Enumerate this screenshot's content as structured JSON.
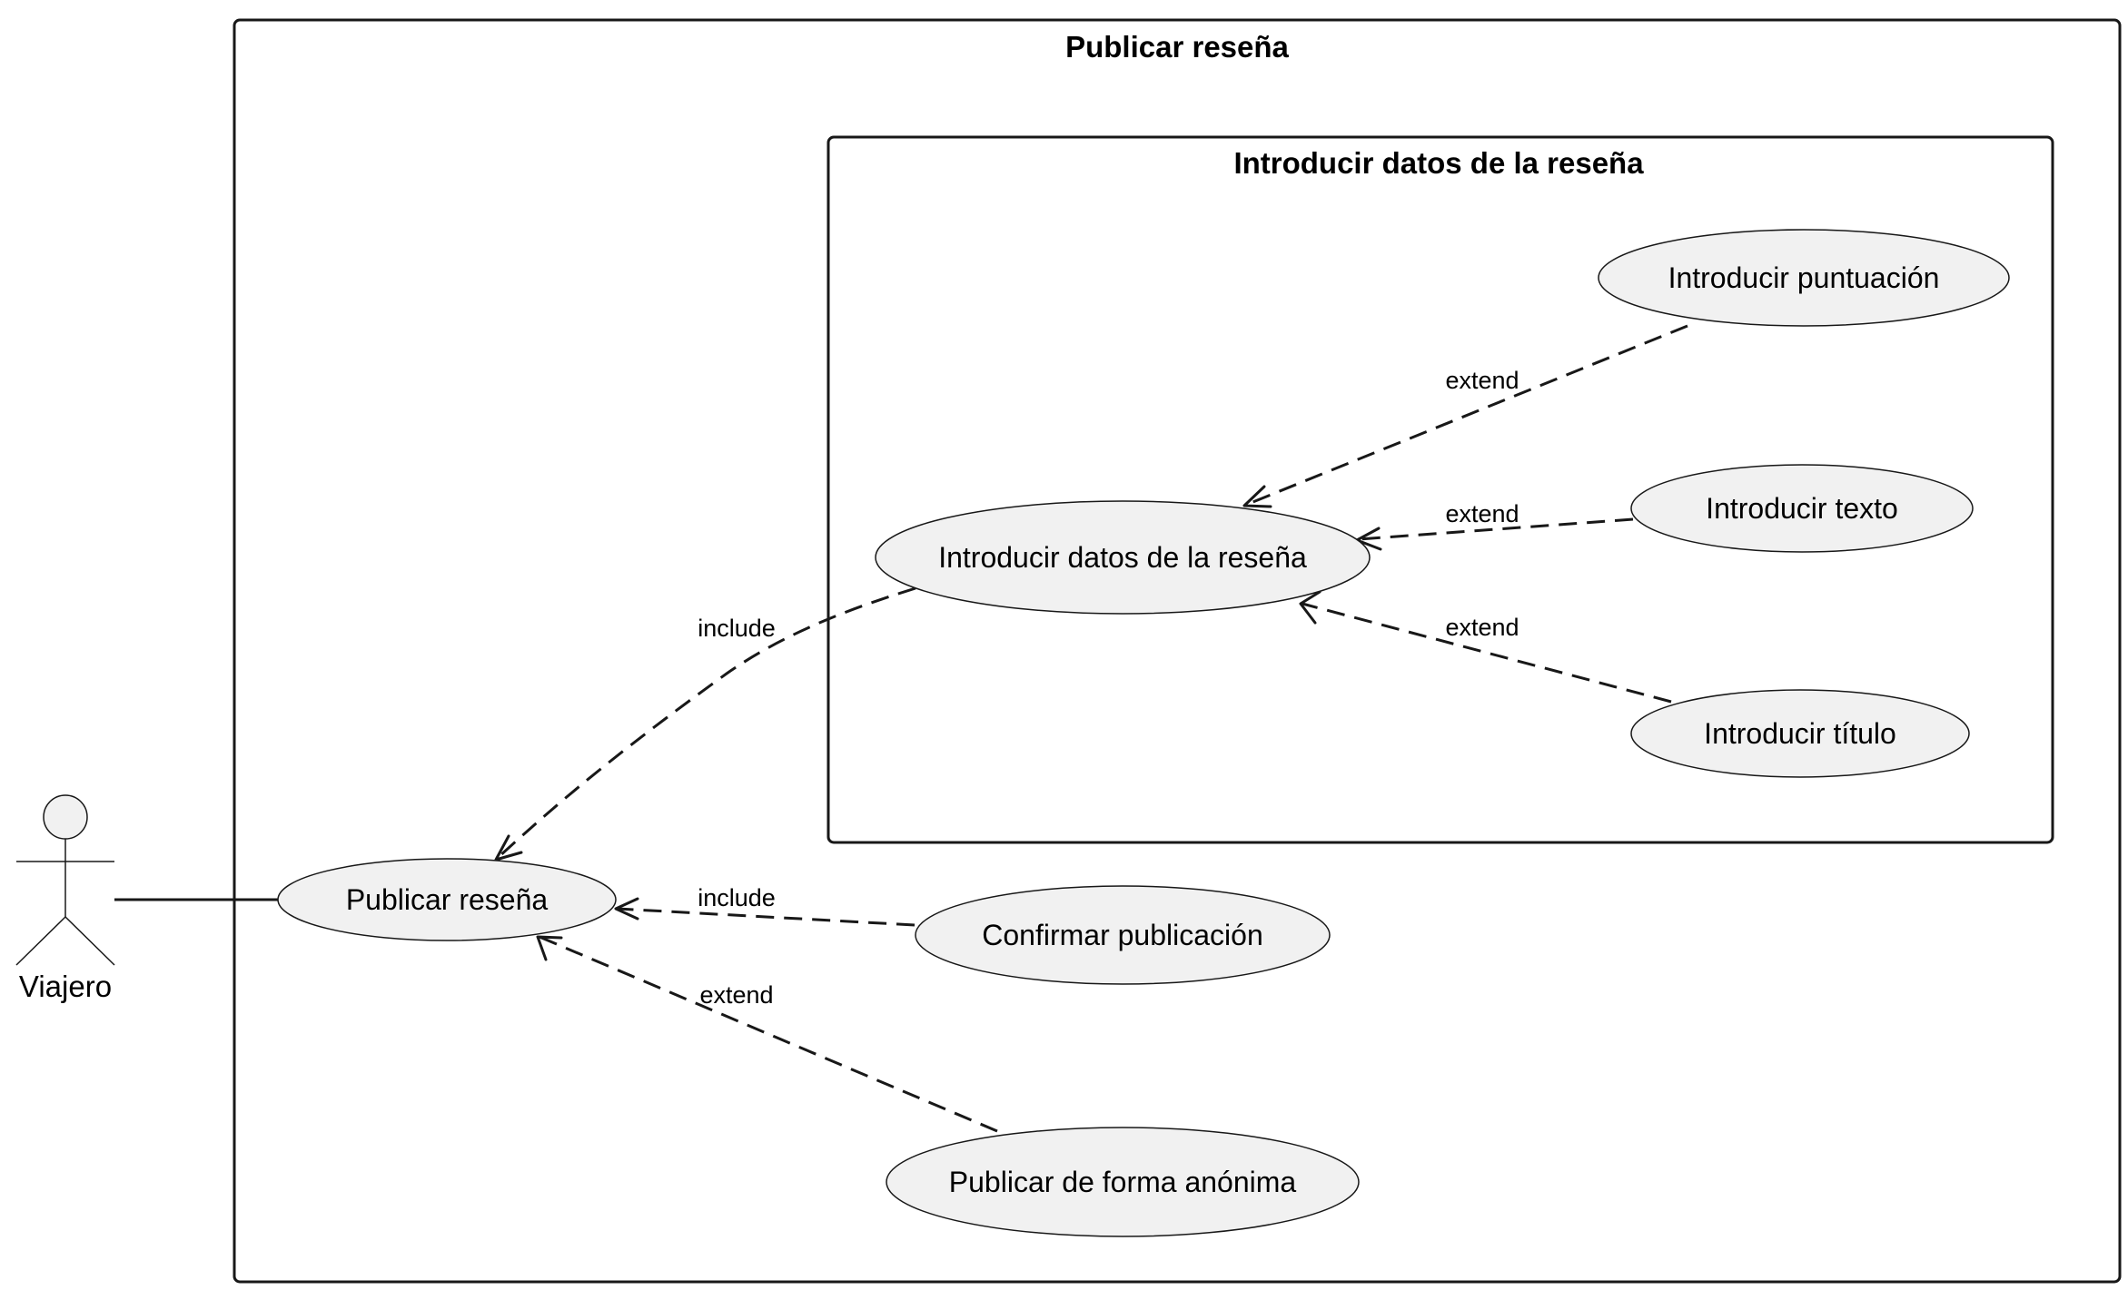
{
  "packages": {
    "outer": {
      "title": "Publicar reseña"
    },
    "inner": {
      "title": "Introducir datos de la reseña"
    }
  },
  "actor": {
    "name": "Viajero"
  },
  "use_cases": {
    "publicar_resena": "Publicar reseña",
    "introducir_datos": "Introducir datos de la reseña",
    "introducir_puntuacion": "Introducir puntuación",
    "introducir_texto": "Introducir texto",
    "introducir_titulo": "Introducir título",
    "confirmar_publicacion": "Confirmar publicación",
    "publicar_anonima": "Publicar de forma anónima"
  },
  "relations": {
    "include_datos": "include",
    "include_confirmar": "include",
    "extend_anonima": "extend",
    "extend_puntuacion": "extend",
    "extend_texto": "extend",
    "extend_titulo": "extend"
  }
}
